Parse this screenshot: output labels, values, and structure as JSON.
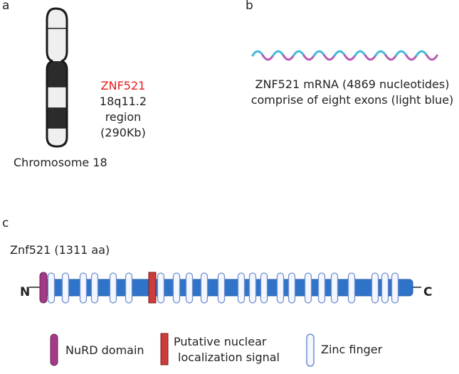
{
  "panel_a": {
    "letter": "a",
    "gene_name": "ZNF521",
    "region": "18q11.2 region",
    "size": "(290Kb)",
    "chromosome_label": "Chromosome 18"
  },
  "panel_b": {
    "letter": "b",
    "caption_line1": "ZNF521 mRNA (4869 nucleotides)",
    "caption_line2": "comprise of eight exons (light blue)"
  },
  "panel_c": {
    "letter": "c",
    "protein_label": "Znf521 (1311 aa)",
    "n_terminus": "N",
    "c_terminus": "C"
  },
  "legend": {
    "nurd_label": "NuRD domain",
    "nls_label_line1": "Putative nuclear",
    "nls_label_line2": "localization signal",
    "zinc_finger_label": "Zinc finger"
  },
  "colors": {
    "gene_name_red": "#e8191a",
    "protein_blue": "#2f74c8",
    "nurd_purple": "#a23a86",
    "nls_red": "#cc3c3a",
    "zinc_finger_fill": "#f4f7ff",
    "zinc_finger_stroke": "#6f8fcf",
    "wave_blue": "#45b8d8",
    "wave_purple": "#b85cb4"
  }
}
